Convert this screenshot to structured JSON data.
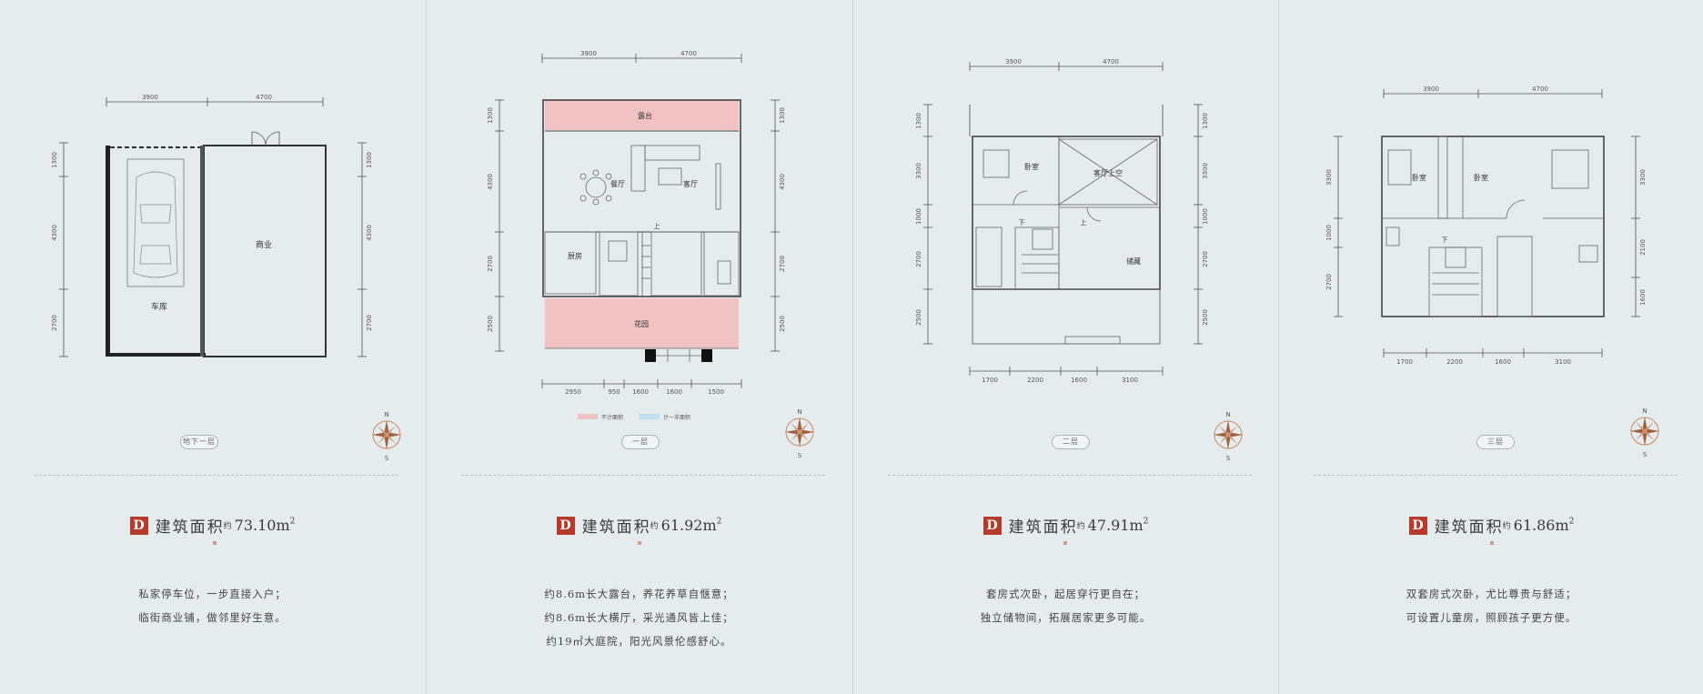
{
  "panels": [
    {
      "floor_label": "地下一层",
      "area_badge": "D",
      "area_label": "建筑面积",
      "area_approx": "约",
      "area_value": "73.10m",
      "area_sup": "2",
      "desc": [
        "私家停车位，一步直接入户；",
        "临街商业铺，做邻里好生意。"
      ],
      "dims_top": [
        "3900",
        "4700"
      ],
      "dims_left": [
        "1300",
        "4300",
        "2700"
      ],
      "dims_right": [
        "1300",
        "4300",
        "2700"
      ],
      "rooms": [
        "车库",
        "商业"
      ]
    },
    {
      "floor_label": "一层",
      "area_badge": "D",
      "area_label": "建筑面积",
      "area_approx": "约",
      "area_value": "61.92m",
      "area_sup": "2",
      "desc": [
        "约8.6m长大露台，养花养草自惬意；",
        "约8.6m长大横厅，采光通风皆上佳；",
        "约19㎡大庭院，阳光风景伦感舒心。"
      ],
      "dims_top": [
        "3900",
        "4700"
      ],
      "dims_left": [
        "1300",
        "4300",
        "2700",
        "2500"
      ],
      "dims_right": [
        "1300",
        "4300",
        "2700",
        "2500"
      ],
      "dims_bottom": [
        "2950",
        "950",
        "1600",
        "1600",
        "1500"
      ],
      "rooms": [
        "露台",
        "餐厅",
        "客厅",
        "厨房",
        "花园",
        "上"
      ],
      "legend": [
        "不计面积",
        "计一半面积"
      ]
    },
    {
      "floor_label": "二层",
      "area_badge": "D",
      "area_label": "建筑面积",
      "area_approx": "约",
      "area_value": "47.91m",
      "area_sup": "2",
      "desc": [
        "套房式次卧，起居穿行更自在；",
        "独立储物间，拓展居家更多可能。"
      ],
      "dims_top": [
        "3900",
        "4700"
      ],
      "dims_left": [
        "1300",
        "3300",
        "1000",
        "2700",
        "2500"
      ],
      "dims_right": [
        "1300",
        "3300",
        "1000",
        "2700",
        "2500"
      ],
      "dims_bottom": [
        "1700",
        "2200",
        "1600",
        "3100"
      ],
      "rooms": [
        "卧室",
        "客厅上空",
        "储藏",
        "下",
        "上"
      ]
    },
    {
      "floor_label": "三层",
      "area_badge": "D",
      "area_label": "建筑面积",
      "area_approx": "约",
      "area_value": "61.86m",
      "area_sup": "2",
      "desc": [
        "双套房式次卧，尤比尊贵与舒适；",
        "可设置儿童房，照顾孩子更方便。"
      ],
      "dims_top": [
        "3900",
        "4700"
      ],
      "dims_left": [
        "3300",
        "1000",
        "2700"
      ],
      "dims_right": [
        "3300",
        "2100",
        "1600"
      ],
      "dims_bottom": [
        "1700",
        "2200",
        "1600",
        "3100"
      ],
      "rooms": [
        "卧室",
        "卧室",
        "下"
      ]
    }
  ],
  "compass": {
    "n": "N",
    "s": "S"
  },
  "colors": {
    "accent": "#b73b2b",
    "no_area": "#f0c2c4",
    "half_area": "#bfe0f0"
  }
}
